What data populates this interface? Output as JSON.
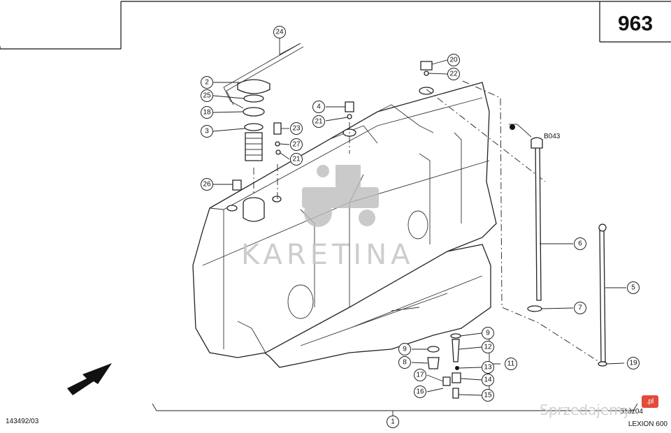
{
  "page_number": "963",
  "drawing_number": "143492/03",
  "model": "LEXION 600",
  "figure_code": "518z04",
  "watermark": "KARETINA",
  "site_watermark": "Sprzedajemy",
  "site_badge": ".pl",
  "sensor_label": "B043",
  "callouts": [
    {
      "id": "c24",
      "label": "24"
    },
    {
      "id": "c2",
      "label": "2"
    },
    {
      "id": "c25",
      "label": "25"
    },
    {
      "id": "c18",
      "label": "18"
    },
    {
      "id": "c3",
      "label": "3"
    },
    {
      "id": "c26",
      "label": "26"
    },
    {
      "id": "c4",
      "label": "4"
    },
    {
      "id": "c21a",
      "label": "21"
    },
    {
      "id": "c23",
      "label": "23"
    },
    {
      "id": "c27",
      "label": "27"
    },
    {
      "id": "c21b",
      "label": "21"
    },
    {
      "id": "c20",
      "label": "20"
    },
    {
      "id": "c22",
      "label": "22"
    },
    {
      "id": "c6",
      "label": "6"
    },
    {
      "id": "c5",
      "label": "5"
    },
    {
      "id": "c7",
      "label": "7"
    },
    {
      "id": "c9a",
      "label": "9"
    },
    {
      "id": "c9b",
      "label": "9"
    },
    {
      "id": "c12",
      "label": "12"
    },
    {
      "id": "c8",
      "label": "8"
    },
    {
      "id": "c11",
      "label": "11"
    },
    {
      "id": "c13",
      "label": "13"
    },
    {
      "id": "c17",
      "label": "17"
    },
    {
      "id": "c14",
      "label": "14"
    },
    {
      "id": "c16",
      "label": "16"
    },
    {
      "id": "c15",
      "label": "15"
    },
    {
      "id": "c19",
      "label": "19"
    },
    {
      "id": "c1",
      "label": "1"
    }
  ]
}
